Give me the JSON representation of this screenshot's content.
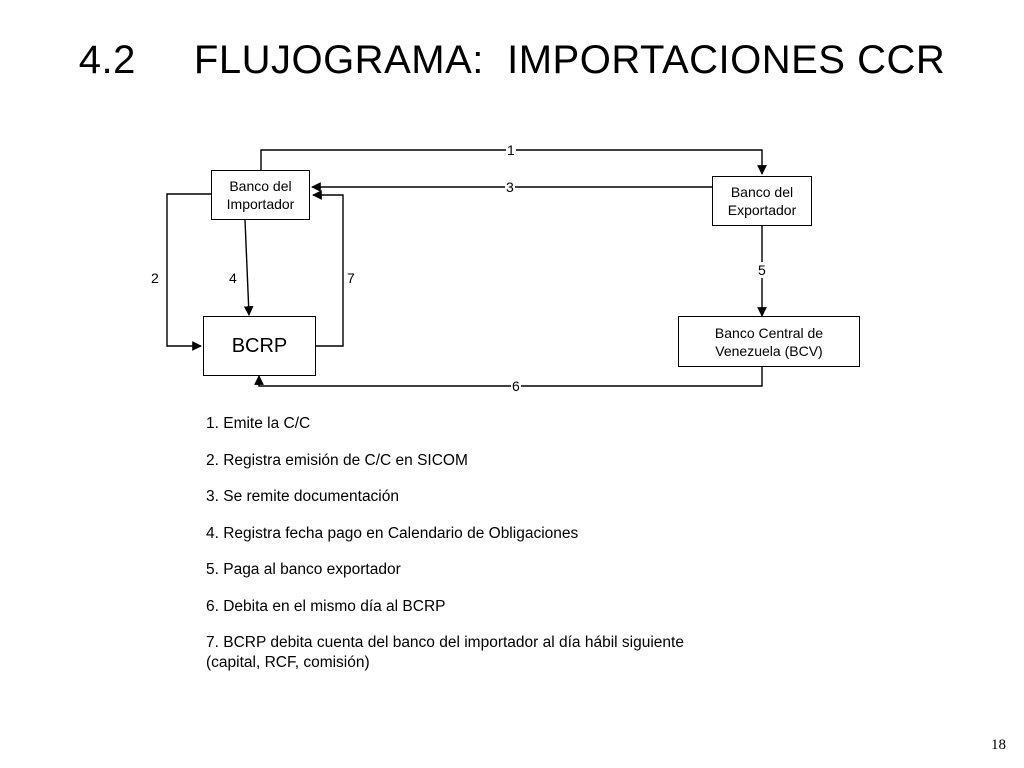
{
  "title": "4.2     FLUJOGRAMA:  IMPORTACIONES CCR",
  "nodes": {
    "banco_importador": "Banco del\nImportador",
    "banco_exportador": "Banco del\nExportador",
    "bcrp": "BCRP",
    "bcv": "Banco Central de\nVenezuela (BCV)"
  },
  "flow_numbers": {
    "f1": "1",
    "f2": "2",
    "f3": "3",
    "f4": "4",
    "f5": "5",
    "f6": "6",
    "f7": "7"
  },
  "steps": [
    "1.  Emite la C/C",
    "2.  Registra emisión de C/C en SICOM",
    "3.  Se remite documentación",
    "4.  Registra fecha pago en Calendario de Obligaciones",
    "5.  Paga al banco exportador",
    "6.  Debita en el mismo día al BCRP",
    "7.   BCRP debita cuenta del banco del importador al día hábil  siguiente\n       (capital, RCF, comisión)"
  ],
  "page_number": "18"
}
